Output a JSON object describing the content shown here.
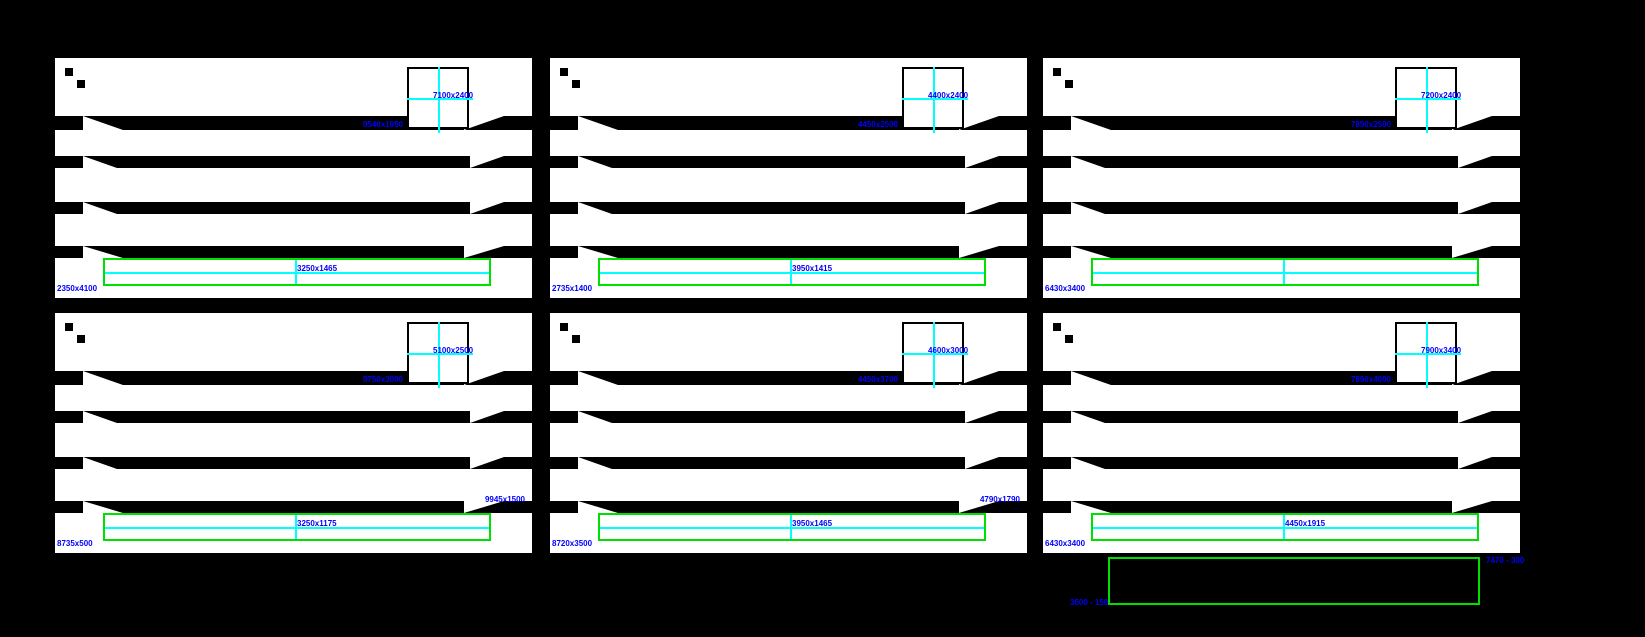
{
  "sheet": {
    "background": "#000000",
    "accent_blue": "#0000ff",
    "accent_cyan": "#00ffff",
    "accent_green": "#00e000",
    "profile_fill": "#ffffff"
  },
  "panels": [
    {
      "id": "panel-1",
      "window_dim_label": "7100x2400",
      "opening_label": "9540x1950",
      "bottom_left_label": "2350x4100",
      "green_center_label": "3250x1465",
      "bottom_right_label": ""
    },
    {
      "id": "panel-2",
      "window_dim_label": "4400x2400",
      "opening_label": "4450x2500",
      "bottom_left_label": "2735x1400",
      "green_center_label": "3950x1415",
      "bottom_right_label": ""
    },
    {
      "id": "panel-3",
      "window_dim_label": "7200x2400",
      "opening_label": "7850x2500",
      "bottom_left_label": "6430x3400",
      "green_center_label": "",
      "bottom_right_label": ""
    },
    {
      "id": "panel-4",
      "window_dim_label": "5100x2500",
      "opening_label": "9750x3000",
      "bottom_left_label": "8735x500",
      "green_center_label": "3250x1175",
      "bottom_right_label": "9945x1500"
    },
    {
      "id": "panel-5",
      "window_dim_label": "4600x3000",
      "opening_label": "4450x3700",
      "bottom_left_label": "8720x3500",
      "green_center_label": "3950x1465",
      "bottom_right_label": "4790x1790"
    },
    {
      "id": "panel-6",
      "window_dim_label": "7900x3400",
      "opening_label": "7850x4000",
      "bottom_left_label": "6430x3400",
      "green_center_label": "4450x1915",
      "bottom_right_label": ""
    }
  ],
  "detached_box": {
    "top_right_label": "7470 - 300",
    "bottom_left_label": "3500 - 150"
  }
}
